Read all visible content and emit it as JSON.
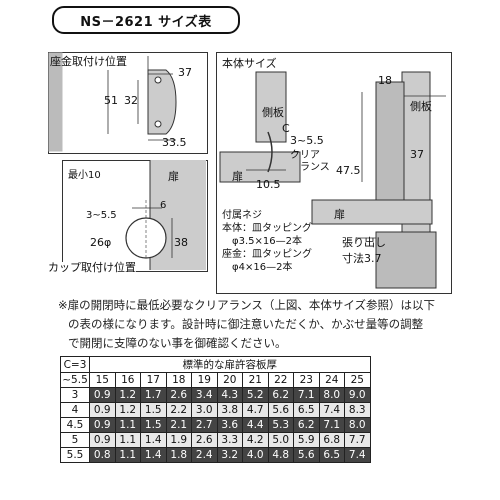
{
  "title": "NS－2621 サイズ表",
  "left_top": {
    "heading": "座金取付け位置",
    "dim_37": "37",
    "dim_51": "51",
    "dim_32": "32",
    "dim_33_5": "33.5"
  },
  "left_bottom": {
    "label_min10": "最小10",
    "label_door": "扉",
    "dim_3_55": "3~5.5",
    "dim_6": "6",
    "dim_26": "26φ",
    "dim_38": "38",
    "heading": "カップ取付け位置"
  },
  "right_panel": {
    "heading": "本体サイズ",
    "dim_18": "18",
    "side_panel_1": "側板",
    "side_panel_2": "側板",
    "label_c": "C",
    "dim_c_range": "3~5.5",
    "clearance_1": "クリア",
    "clearance_2": "ランス",
    "door_1": "扉",
    "door_2": "扉",
    "dim_37": "37",
    "dim_47_5": "47.5",
    "dim_10_5": "10.5",
    "screws_title": "付属ネジ",
    "screws_body": "本体：皿タッピング",
    "screws_body_size": "φ3.5×16—2本",
    "screws_washer": "座金：皿タッピング",
    "screws_washer_size": "φ4×16—2本",
    "overhang_1": "張り出し",
    "overhang_2": "寸法3.7"
  },
  "note": {
    "line1": "※扉の開閉時に最低必要なクリアランス（上図、本体サイズ参照）は以下",
    "line2": "の表の様になります。設計時に御注意いただくか、かぶせ量等の調整",
    "line3": "で開閉に支障のない事を御確認ください。"
  },
  "table": {
    "corner_top": "C=3",
    "corner_bottom": "~5.5",
    "header": "標準的な扉許容板厚",
    "columns": [
      "15",
      "16",
      "17",
      "18",
      "19",
      "20",
      "21",
      "22",
      "23",
      "24",
      "25"
    ],
    "rows": [
      {
        "c": "3",
        "values": [
          "0.9",
          "1.2",
          "1.7",
          "2.6",
          "3.4",
          "4.3",
          "5.2",
          "6.2",
          "7.1",
          "8.0",
          "9.0"
        ]
      },
      {
        "c": "4",
        "values": [
          "0.9",
          "1.2",
          "1.5",
          "2.2",
          "3.0",
          "3.8",
          "4.7",
          "5.6",
          "6.5",
          "7.4",
          "8.3"
        ]
      },
      {
        "c": "4.5",
        "values": [
          "0.9",
          "1.1",
          "1.5",
          "2.1",
          "2.7",
          "3.6",
          "4.4",
          "5.3",
          "6.2",
          "7.1",
          "8.0"
        ]
      },
      {
        "c": "5",
        "values": [
          "0.9",
          "1.1",
          "1.4",
          "1.9",
          "2.6",
          "3.3",
          "4.2",
          "5.0",
          "5.9",
          "6.8",
          "7.7"
        ]
      },
      {
        "c": "5.5",
        "values": [
          "0.8",
          "1.1",
          "1.4",
          "1.8",
          "2.4",
          "3.2",
          "4.0",
          "4.8",
          "5.6",
          "6.5",
          "7.4"
        ]
      }
    ]
  }
}
